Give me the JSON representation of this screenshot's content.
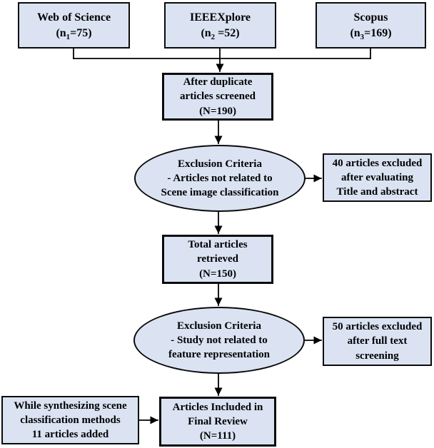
{
  "flowchart": {
    "colors": {
      "background": "#ffffff",
      "node_fill": "#dbe3f3",
      "node_border": "#0a0a0a",
      "text": "#000000",
      "connector": "#000000"
    },
    "sources": [
      {
        "name": "Web of Science",
        "count_prefix": "(n",
        "count_sub": "1",
        "count_rest": "=75)"
      },
      {
        "name": "IEEEXplore",
        "count_prefix": "(n",
        "count_sub": "2",
        "count_rest": " =52)"
      },
      {
        "name": "Scopus",
        "count_prefix": "(n",
        "count_sub": "3",
        "count_rest": "=169)"
      }
    ],
    "nodes": {
      "screened": {
        "lines": [
          "After duplicate",
          "articles screened",
          "(N=190)"
        ]
      },
      "exclusion1": {
        "lines": [
          "Exclusion Criteria",
          "- Articles not related to",
          "Scene image classification"
        ]
      },
      "excluded1": {
        "lines": [
          "40 articles excluded",
          "after evaluating",
          "Title and abstract"
        ]
      },
      "retrieved": {
        "lines": [
          "Total articles",
          "retrieved",
          "(N=150)"
        ]
      },
      "exclusion2": {
        "lines": [
          "Exclusion Criteria",
          "- Study not related to",
          "feature representation"
        ]
      },
      "excluded2": {
        "lines": [
          "50 articles excluded",
          "after full text",
          "screening"
        ]
      },
      "added": {
        "lines": [
          "While synthesizing scene",
          "classification methods",
          "11 articles added"
        ]
      },
      "final": {
        "lines": [
          "Articles Included in",
          "Final Review",
          "(N=111)"
        ]
      }
    }
  }
}
